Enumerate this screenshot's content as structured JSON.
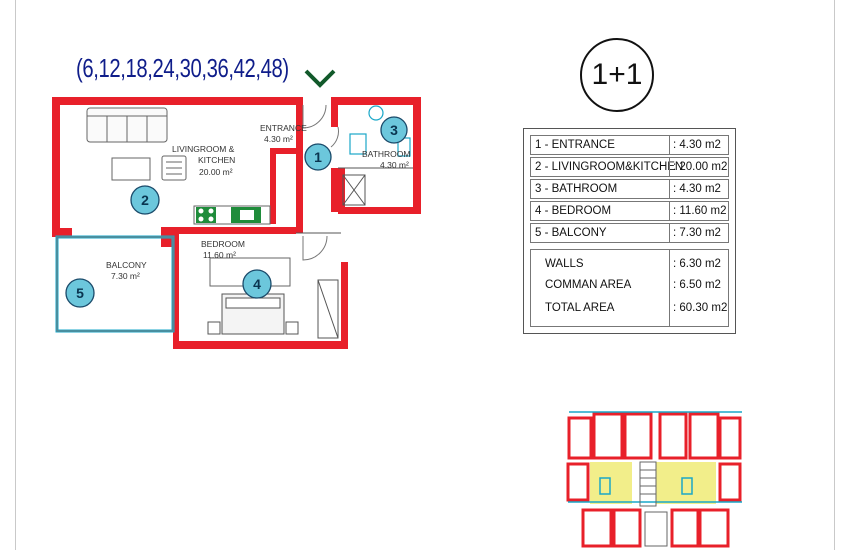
{
  "header": {
    "unit_list": "(6,12,18,24,30,36,42,48)",
    "apartment_type": "1+1"
  },
  "plan": {
    "rooms": [
      {
        "number": "1",
        "name": "ENTRANCE",
        "area": "4.30 m²"
      },
      {
        "number": "2",
        "name_line1": "LIVINGROOM &",
        "name_line2": "KITCHEN",
        "area": "20.00 m²"
      },
      {
        "number": "3",
        "name": "BATHROOM",
        "area": "4.30 m²"
      },
      {
        "number": "4",
        "name": "BEDROOM",
        "area": "11.60 m²"
      },
      {
        "number": "5",
        "name": "BALCONY",
        "area": "7.30 m²"
      }
    ],
    "colors": {
      "wall": "#e8202a",
      "marker_fill": "#6cc7dc",
      "marker_text": "#0a3550",
      "balcony_edge": "#1aa7c8",
      "appliance": "#1f8c3b"
    }
  },
  "area_table": {
    "rooms": [
      {
        "label": "1 - ENTRANCE",
        "value": ":  4.30 m2"
      },
      {
        "label": "2 - LIVINGROOM&KITCHEN",
        "value": ": 20.00 m2"
      },
      {
        "label": "3 - BATHROOM",
        "value": ":  4.30 m2"
      },
      {
        "label": "4 - BEDROOM",
        "value": ": 11.60 m2"
      },
      {
        "label": "5 - BALCONY",
        "value": ":  7.30 m2"
      }
    ],
    "summary": [
      {
        "label": "WALLS",
        "value": ": 6.30 m2"
      },
      {
        "label": "COMMAN AREA",
        "value": ": 6.50 m2"
      },
      {
        "label": "TOTAL AREA",
        "value": ": 60.30 m2"
      }
    ]
  },
  "key_plan": {
    "highlight_color": "#f2ee8a",
    "wall_color": "#e8202a",
    "accent_color": "#1aa7c8"
  }
}
